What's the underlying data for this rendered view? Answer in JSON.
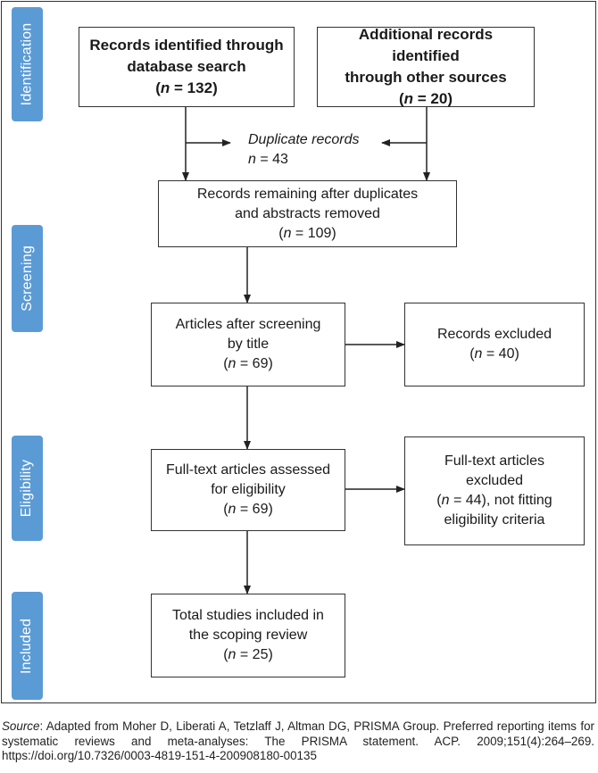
{
  "stages": {
    "identification": "Identification",
    "screening": "Screening",
    "eligibility": "Eligibility",
    "included": "Included"
  },
  "boxes": {
    "database_search": {
      "line1": "Records identified through",
      "line2": "database search",
      "n_label": "n",
      "n_value": " = 132"
    },
    "other_sources": {
      "line1": "Additional records identified",
      "line2": "through other sources",
      "n_label": "n",
      "n_value": " = 20"
    },
    "duplicates": {
      "title": "Duplicate records",
      "n_label": "n",
      "n_value": " = 43"
    },
    "remaining": {
      "line1": "Records remaining after duplicates",
      "line2": "and abstracts removed",
      "n_label": "n",
      "n_value": " = 109"
    },
    "screened": {
      "line1": "Articles after screening",
      "line2": "by title",
      "n_label": "n",
      "n_value": " = 69"
    },
    "excluded": {
      "line1": "Records excluded",
      "n_label": "n",
      "n_value": " = 40"
    },
    "fulltext": {
      "line1": "Full-text articles assessed",
      "line2": "for eligibility",
      "n_label": "n",
      "n_value": " = 69"
    },
    "fulltext_excluded": {
      "line1": "Full-text articles",
      "line2": "excluded",
      "n_label": "n",
      "n_value": " = 44), not fitting",
      "line4": "eligibility criteria"
    },
    "included": {
      "line1": "Total studies included in",
      "line2": "the scoping review",
      "n_label": "n",
      "n_value": " = 25"
    }
  },
  "source": {
    "label": "Source",
    "text": ": Adapted from Moher D, Liberati A, Tetzlaff J, Altman DG, PRISMA Group. Preferred reporting items for systematic reviews and meta-analyses: The PRISMA statement. ACP. 2009;151(4):264–269. https://doi.org/10.7326/0003-4819-151-4-200908180-00135"
  }
}
